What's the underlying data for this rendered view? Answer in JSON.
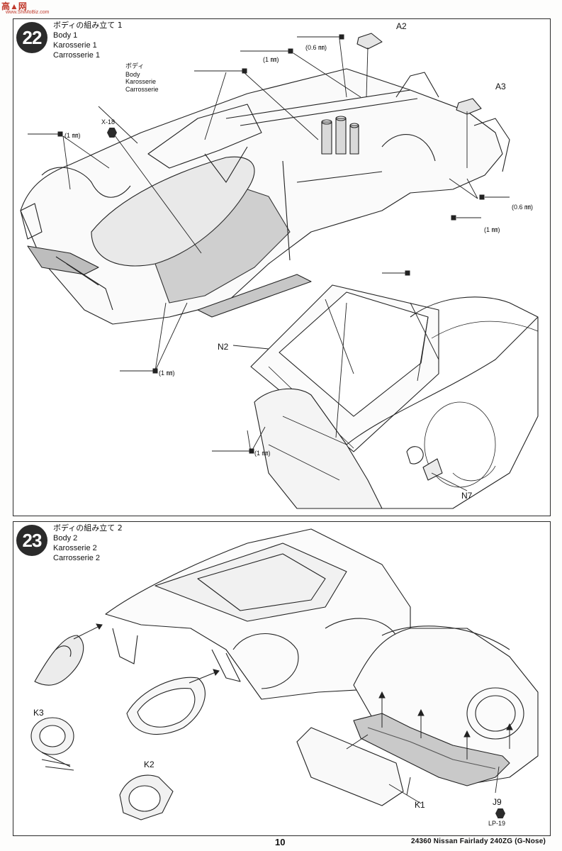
{
  "watermark": {
    "brand": "高▲网",
    "url": "www.ShiMoBiz.com"
  },
  "steps": [
    {
      "number": "22",
      "title_ja": "ボディの組み立て 1",
      "title_en": "Body 1",
      "title_de": "Karosserie 1",
      "title_fr": "Carrosserie 1",
      "callout_ja": "ボディ",
      "callout_en": "Body",
      "callout_de": "Karosserie",
      "callout_fr": "Carrosserie",
      "parts": {
        "a2": "A2",
        "a3": "A3",
        "x18": "X-18",
        "n2": "N2",
        "n7": "N7"
      },
      "dims": {
        "d1": "(0.6 ㎜)",
        "d2": "(1 ㎜)",
        "d3": "(1 ㎜)",
        "d4": "(0.6 ㎜)",
        "d5": "(1 ㎜)",
        "d6": "(1 ㎜)",
        "d7": "(1 ㎜)"
      }
    },
    {
      "number": "23",
      "title_ja": "ボディの組み立て 2",
      "title_en": "Body 2",
      "title_de": "Karosserie 2",
      "title_fr": "Carrosserie 2",
      "parts": {
        "k3": "K3",
        "k2": "K2",
        "k1": "K1",
        "j9": "J9",
        "lp19": "LP-19"
      }
    }
  ],
  "footer": {
    "page_number": "10",
    "code": "24360  Nissan Fairlady 240ZG (G-Nose)"
  }
}
